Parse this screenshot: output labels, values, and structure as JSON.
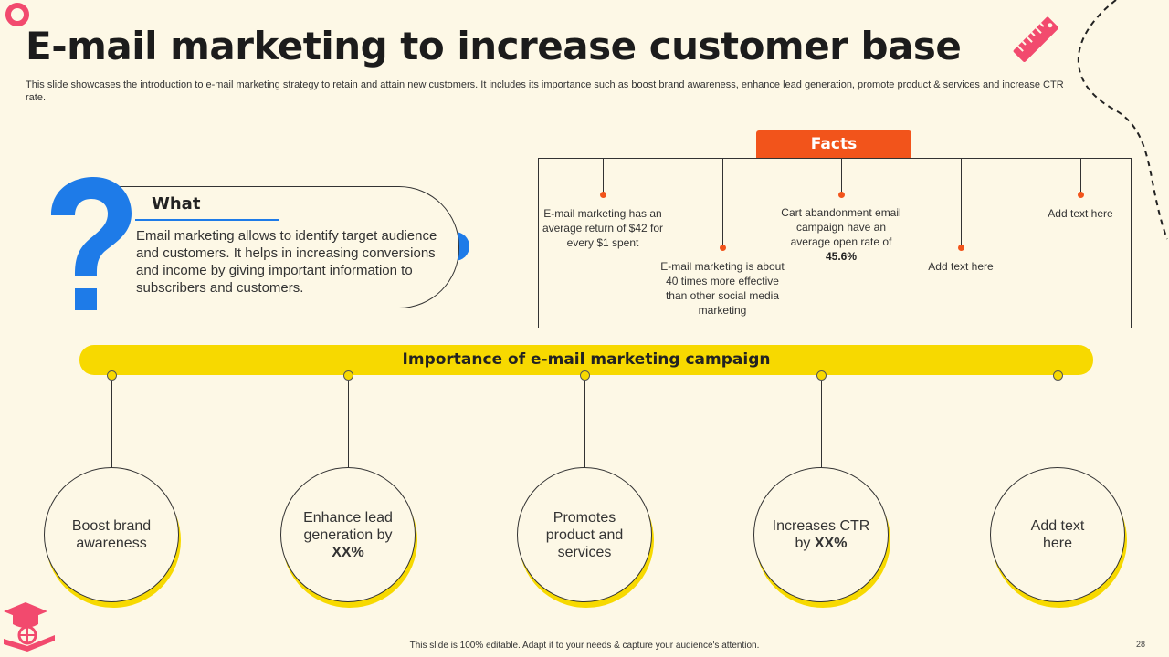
{
  "slide": {
    "title": "E-mail marketing to increase customer base",
    "subtitle": "This slide showcases the introduction to e-mail marketing strategy to retain and attain new customers. It includes its importance such as boost brand awareness, enhance lead generation, promote product & services and increase CTR rate.",
    "footer": "This slide is 100% editable.  Adapt it to your needs & capture your audience's attention.",
    "page_number": "28"
  },
  "what": {
    "title": "What",
    "body": "Email marketing allows to identify target audience and customers. It helps in increasing conversions and income by giving important information to subscribers and customers."
  },
  "facts": {
    "title": "Facts",
    "items": [
      {
        "text": "E-mail marketing has an average return of $42 for every $1 spent"
      },
      {
        "text": "E-mail marketing is about 40 times more effective  than other social media marketing"
      },
      {
        "text": "Cart abandonment email campaign have an average  open rate of ",
        "bold": "45.6%"
      },
      {
        "text": "Add text here"
      },
      {
        "text": "Add text here"
      }
    ]
  },
  "importance": {
    "title": "Importance of e-mail marketing campaign",
    "items": [
      {
        "text": "Boost brand awareness",
        "bold": ""
      },
      {
        "text": "Enhance lead generation by ",
        "bold": "XX%"
      },
      {
        "text": "Promotes product and services",
        "bold": ""
      },
      {
        "text": "Increases CTR by ",
        "bold": "XX%"
      },
      {
        "text": "Add text here",
        "bold": ""
      }
    ]
  },
  "colors": {
    "background": "#FDF8E6",
    "accent_yellow": "#F7D900",
    "accent_orange": "#F2541B",
    "accent_blue": "#1E7BE8",
    "accent_pink": "#F24A6E"
  },
  "icons": [
    "ring-icon",
    "ruler-icon",
    "question-mark-icon",
    "graduation-book-icon"
  ]
}
